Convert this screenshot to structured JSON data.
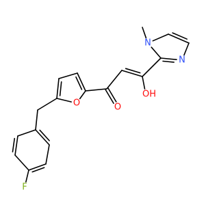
{
  "molecule": {
    "atoms": [
      {
        "id": "me",
        "el": "C"
      },
      {
        "id": "n1",
        "el": "N",
        "label": "N"
      },
      {
        "id": "c_i2",
        "el": "C"
      },
      {
        "id": "n3",
        "el": "N",
        "label": "N"
      },
      {
        "id": "c_i4",
        "el": "C"
      },
      {
        "id": "c_i5",
        "el": "C"
      },
      {
        "id": "c_en",
        "el": "C"
      },
      {
        "id": "o_h",
        "el": "O",
        "label": "OH"
      },
      {
        "id": "c_al",
        "el": "C"
      },
      {
        "id": "c_co",
        "el": "C"
      },
      {
        "id": "o_co",
        "el": "O",
        "label": "O"
      },
      {
        "id": "f2",
        "el": "C"
      },
      {
        "id": "f3",
        "el": "C"
      },
      {
        "id": "f4",
        "el": "C"
      },
      {
        "id": "f5",
        "el": "C"
      },
      {
        "id": "o_f",
        "el": "O",
        "label": "O"
      },
      {
        "id": "ch2",
        "el": "C"
      },
      {
        "id": "b1",
        "el": "C"
      },
      {
        "id": "b2",
        "el": "C"
      },
      {
        "id": "b3",
        "el": "C"
      },
      {
        "id": "b4",
        "el": "C"
      },
      {
        "id": "b5",
        "el": "C"
      },
      {
        "id": "b6",
        "el": "C"
      },
      {
        "id": "fl",
        "el": "F",
        "label": "F"
      }
    ],
    "bonds": [
      {
        "a": "me",
        "b": "n1",
        "order": 1
      },
      {
        "a": "n1",
        "b": "c_i2",
        "order": 1
      },
      {
        "a": "c_i2",
        "b": "n3",
        "order": 2
      },
      {
        "a": "n3",
        "b": "c_i4",
        "order": 1
      },
      {
        "a": "c_i4",
        "b": "c_i5",
        "order": 2
      },
      {
        "a": "c_i5",
        "b": "n1",
        "order": 1
      },
      {
        "a": "c_i2",
        "b": "c_en",
        "order": 1
      },
      {
        "a": "c_en",
        "b": "o_h",
        "order": 1
      },
      {
        "a": "c_en",
        "b": "c_al",
        "order": 2
      },
      {
        "a": "c_al",
        "b": "c_co",
        "order": 1
      },
      {
        "a": "c_co",
        "b": "o_co",
        "order": 2
      },
      {
        "a": "c_co",
        "b": "f2",
        "order": 1
      },
      {
        "a": "f2",
        "b": "f3",
        "order": 2
      },
      {
        "a": "f3",
        "b": "f4",
        "order": 1
      },
      {
        "a": "f4",
        "b": "f5",
        "order": 2
      },
      {
        "a": "f5",
        "b": "o_f",
        "order": 1
      },
      {
        "a": "o_f",
        "b": "f2",
        "order": 1
      },
      {
        "a": "f5",
        "b": "ch2",
        "order": 1
      },
      {
        "a": "ch2",
        "b": "b1",
        "order": 1
      },
      {
        "a": "b1",
        "b": "b2",
        "order": 2
      },
      {
        "a": "b2",
        "b": "b3",
        "order": 1
      },
      {
        "a": "b3",
        "b": "b4",
        "order": 2
      },
      {
        "a": "b4",
        "b": "b5",
        "order": 1
      },
      {
        "a": "b5",
        "b": "b6",
        "order": 2
      },
      {
        "a": "b6",
        "b": "b1",
        "order": 1
      },
      {
        "a": "b4",
        "b": "fl",
        "order": 1
      }
    ]
  },
  "colors": {
    "bond": "#000000",
    "O": "#ff0d0d",
    "N": "#3050f8",
    "F": "#7fb21a"
  }
}
